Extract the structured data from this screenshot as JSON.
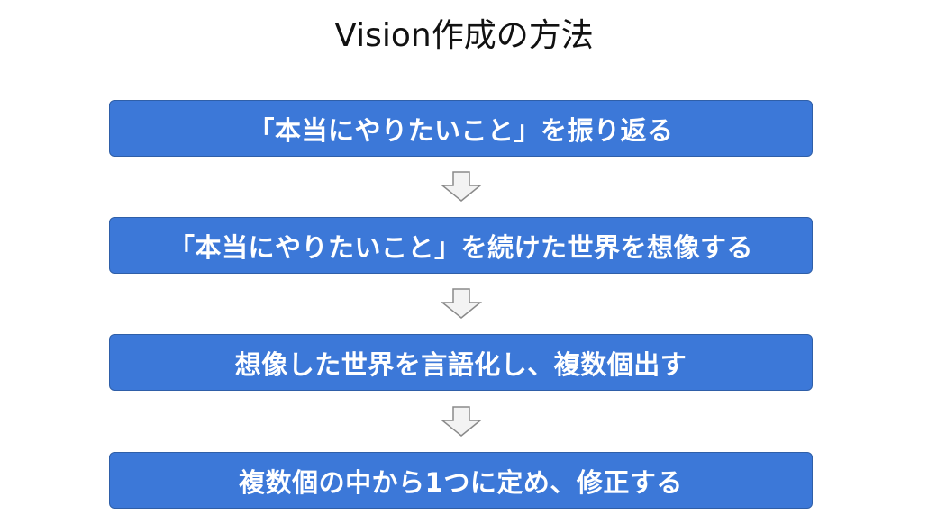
{
  "title": "Vision作成の方法",
  "steps": [
    {
      "label": "「本当にやりたいこと」を振り返る"
    },
    {
      "label": "「本当にやりたいこと」を続けた世界を想像する"
    },
    {
      "label": "想像した世界を言語化し、複数個出す"
    },
    {
      "label": "複数個の中から1つに定め、修正する"
    }
  ],
  "colors": {
    "box_fill": "#3c78d8",
    "box_text": "#ffffff",
    "arrow_fill": "#f3f3f3",
    "arrow_stroke": "#8a8a8a"
  },
  "icons": {
    "connector": "down-arrow-icon"
  }
}
